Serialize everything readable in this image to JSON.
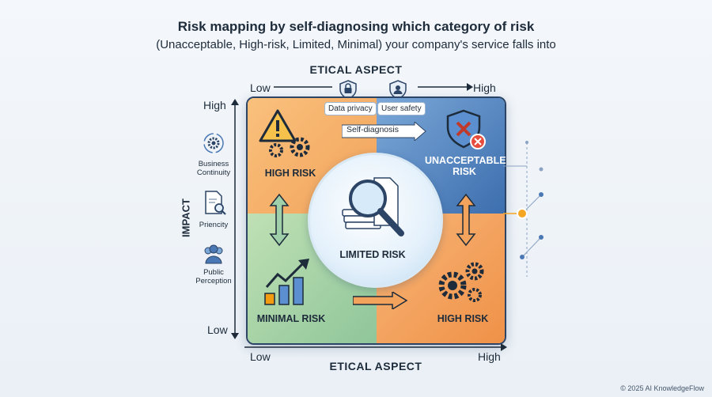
{
  "header": {
    "title": "Risk mapping by self-diagnosing which category of risk",
    "subtitle": "(Unacceptable, High-risk, Limited, Minimal) your company's service falls into"
  },
  "top_axis": {
    "title": "ETICAL ASPECT",
    "low": "Low",
    "high": "High",
    "badges": [
      {
        "label": "Data privacy",
        "icon": "lock-shield-icon"
      },
      {
        "label": "User safety",
        "icon": "user-shield-icon"
      }
    ]
  },
  "bottom_axis": {
    "title": "ETICAL ASPECT",
    "low": "Low",
    "high": "High"
  },
  "left_axis": {
    "title": "IMPACT",
    "high": "High",
    "low": "Low",
    "factors": [
      {
        "label": "Business Continuity",
        "icon": "gears-cycle-icon"
      },
      {
        "label": "Priencity",
        "icon": "document-search-icon"
      },
      {
        "label": "Public Perception",
        "icon": "people-icon"
      }
    ]
  },
  "quadrants": {
    "top_left": "HIGH RISK",
    "top_right": "UNACCEPTABLE RISK",
    "center": "LIMITED RISK",
    "bottom_left": "MINIMAL RISK",
    "bottom_right": "HIGH RISK"
  },
  "arrow_label": "Self-diagnosis",
  "footer": {
    "copyright": "© 2025 AI KnowledgeFlow"
  },
  "colors": {
    "high_risk": "#f2a25a",
    "unacceptable": "#3d6eae",
    "minimal": "#8fc69a",
    "accent_node": "#f5a623",
    "axis": "#2c4466"
  }
}
